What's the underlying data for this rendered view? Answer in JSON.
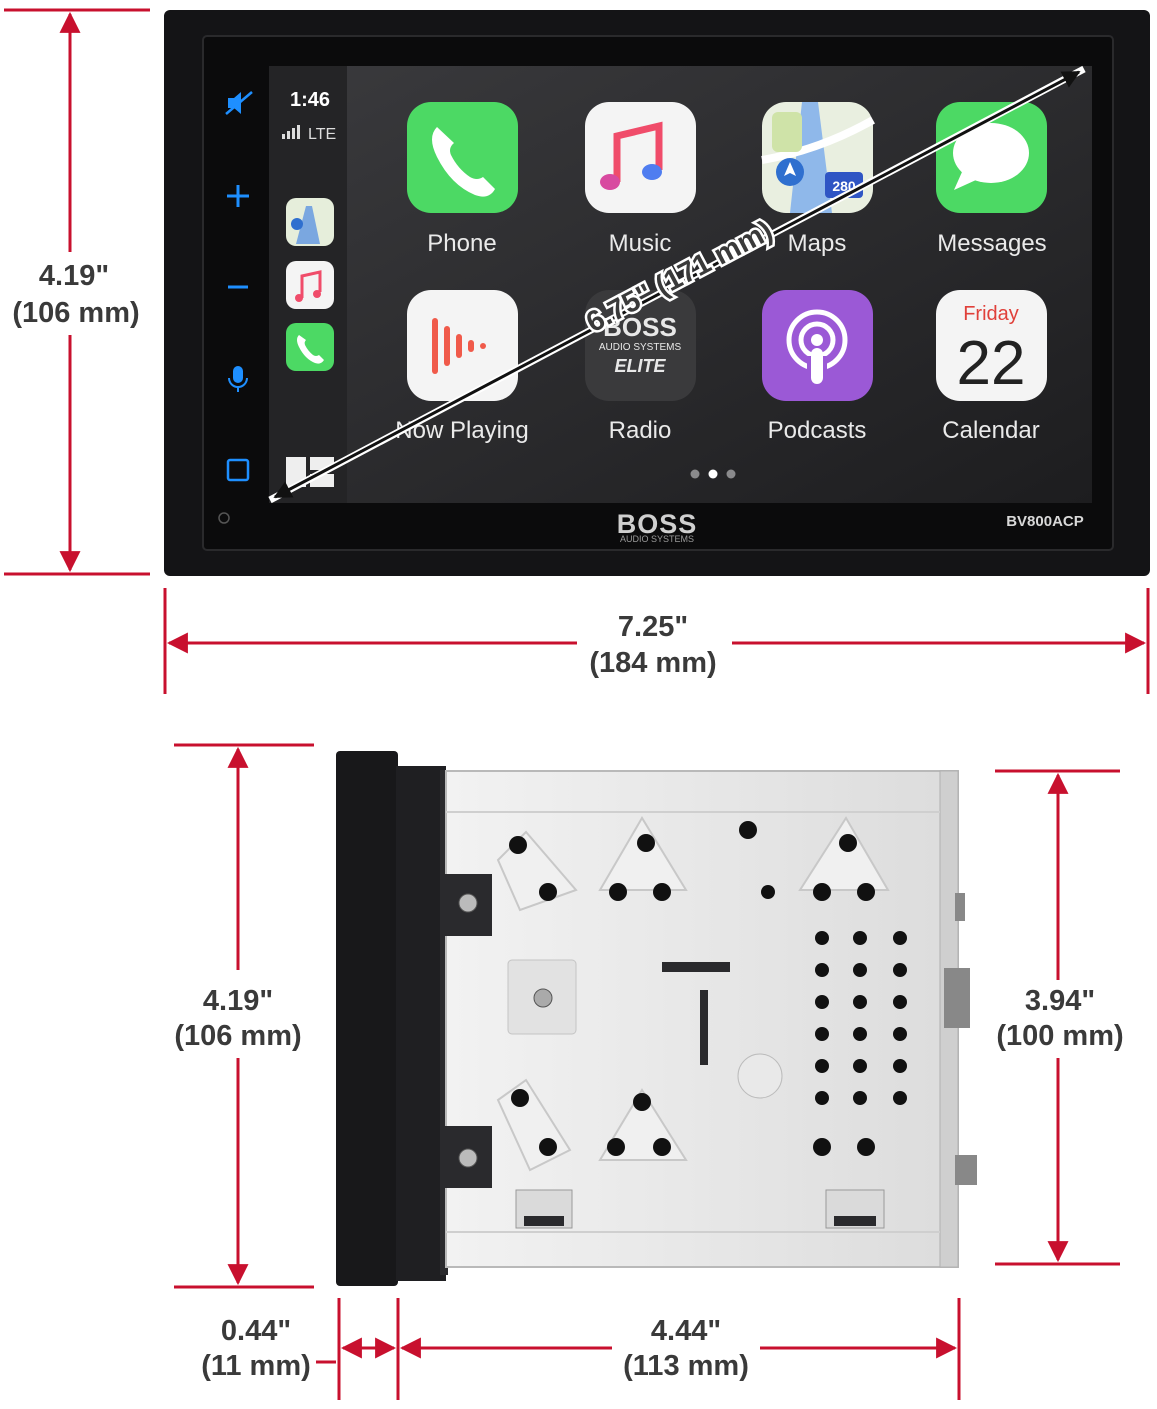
{
  "colors": {
    "dimension_red": "#c8102e",
    "bezel": "#111214",
    "screen_bg": "#2a2a2c",
    "chassis": "#e8e8e8"
  },
  "front_view": {
    "height_label": "4.19\"",
    "height_mm": "(106 mm)",
    "width_label": "7.25\"",
    "width_mm": "(184 mm)",
    "diagonal_label": "6.75\" (171 mm)",
    "brand": "BOSS",
    "brand_sub": "AUDIO SYSTEMS",
    "model": "BV800ACP",
    "status": {
      "time": "1:46",
      "signal": "LTE"
    },
    "side_buttons": [
      "mute-icon",
      "plus-icon",
      "minus-icon",
      "mic-icon",
      "square-icon"
    ],
    "apps": [
      {
        "label": "Phone",
        "icon": "phone-icon",
        "color": "#4cd964"
      },
      {
        "label": "Music",
        "icon": "music-icon",
        "color": "#f4f4f4"
      },
      {
        "label": "Maps",
        "icon": "maps-icon",
        "color": "#e9efe0"
      },
      {
        "label": "Messages",
        "icon": "messages-icon",
        "color": "#4cd964"
      },
      {
        "label": "Now Playing",
        "icon": "now-playing-icon",
        "color": "#f4f4f4"
      },
      {
        "label": "Radio",
        "icon": "radio-icon",
        "color": "#3a3a3c"
      },
      {
        "label": "Podcasts",
        "icon": "podcasts-icon",
        "color": "#9b59d6"
      },
      {
        "label": "Calendar",
        "icon": "calendar-icon",
        "color": "#f4f4f4"
      }
    ],
    "radio_icon_text": {
      "brand": "BOSS",
      "sub": "AUDIO SYSTEMS",
      "line": "ELITE"
    },
    "calendar": {
      "day": "Friday",
      "date": "22"
    },
    "maps_badge": "280"
  },
  "side_view": {
    "height_label": "4.19\"",
    "height_mm": "(106 mm)",
    "chassis_height_label": "3.94\"",
    "chassis_height_mm": "(100 mm)",
    "bezel_depth_label": "0.44\"",
    "bezel_depth_mm": "(11 mm)",
    "chassis_depth_label": "4.44\"",
    "chassis_depth_mm": "(113 mm)"
  }
}
